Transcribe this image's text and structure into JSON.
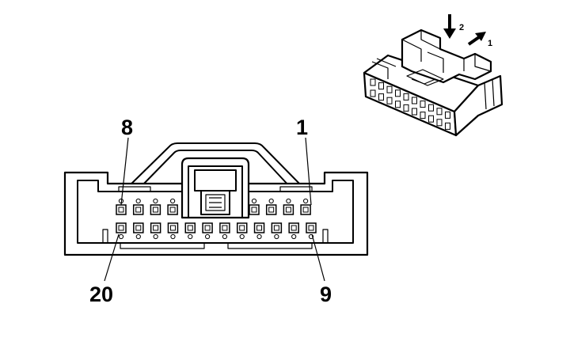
{
  "pin_labels": {
    "top_left": "8",
    "top_right": "1",
    "bottom_left": "20",
    "bottom_right": "9"
  },
  "direction_labels": {
    "press": "2",
    "slide": "1"
  },
  "connector": {
    "top_row_cavities": 8,
    "bottom_row_cavities": 12
  }
}
